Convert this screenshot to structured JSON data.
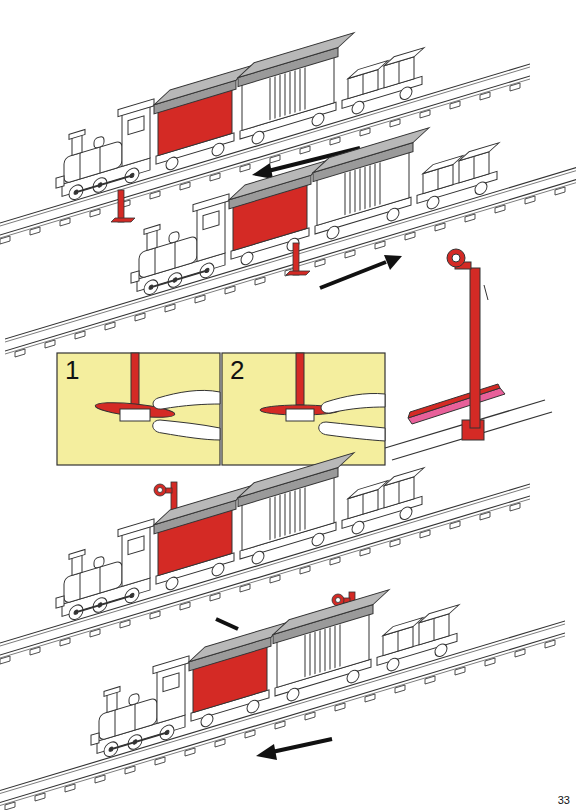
{
  "diagram": {
    "nodes": [
      {
        "text": [
          "1"
        ]
      },
      {
        "text": [
          "2"
        ]
      }
    ],
    "labels": [
      "33"
    ]
  }
}
